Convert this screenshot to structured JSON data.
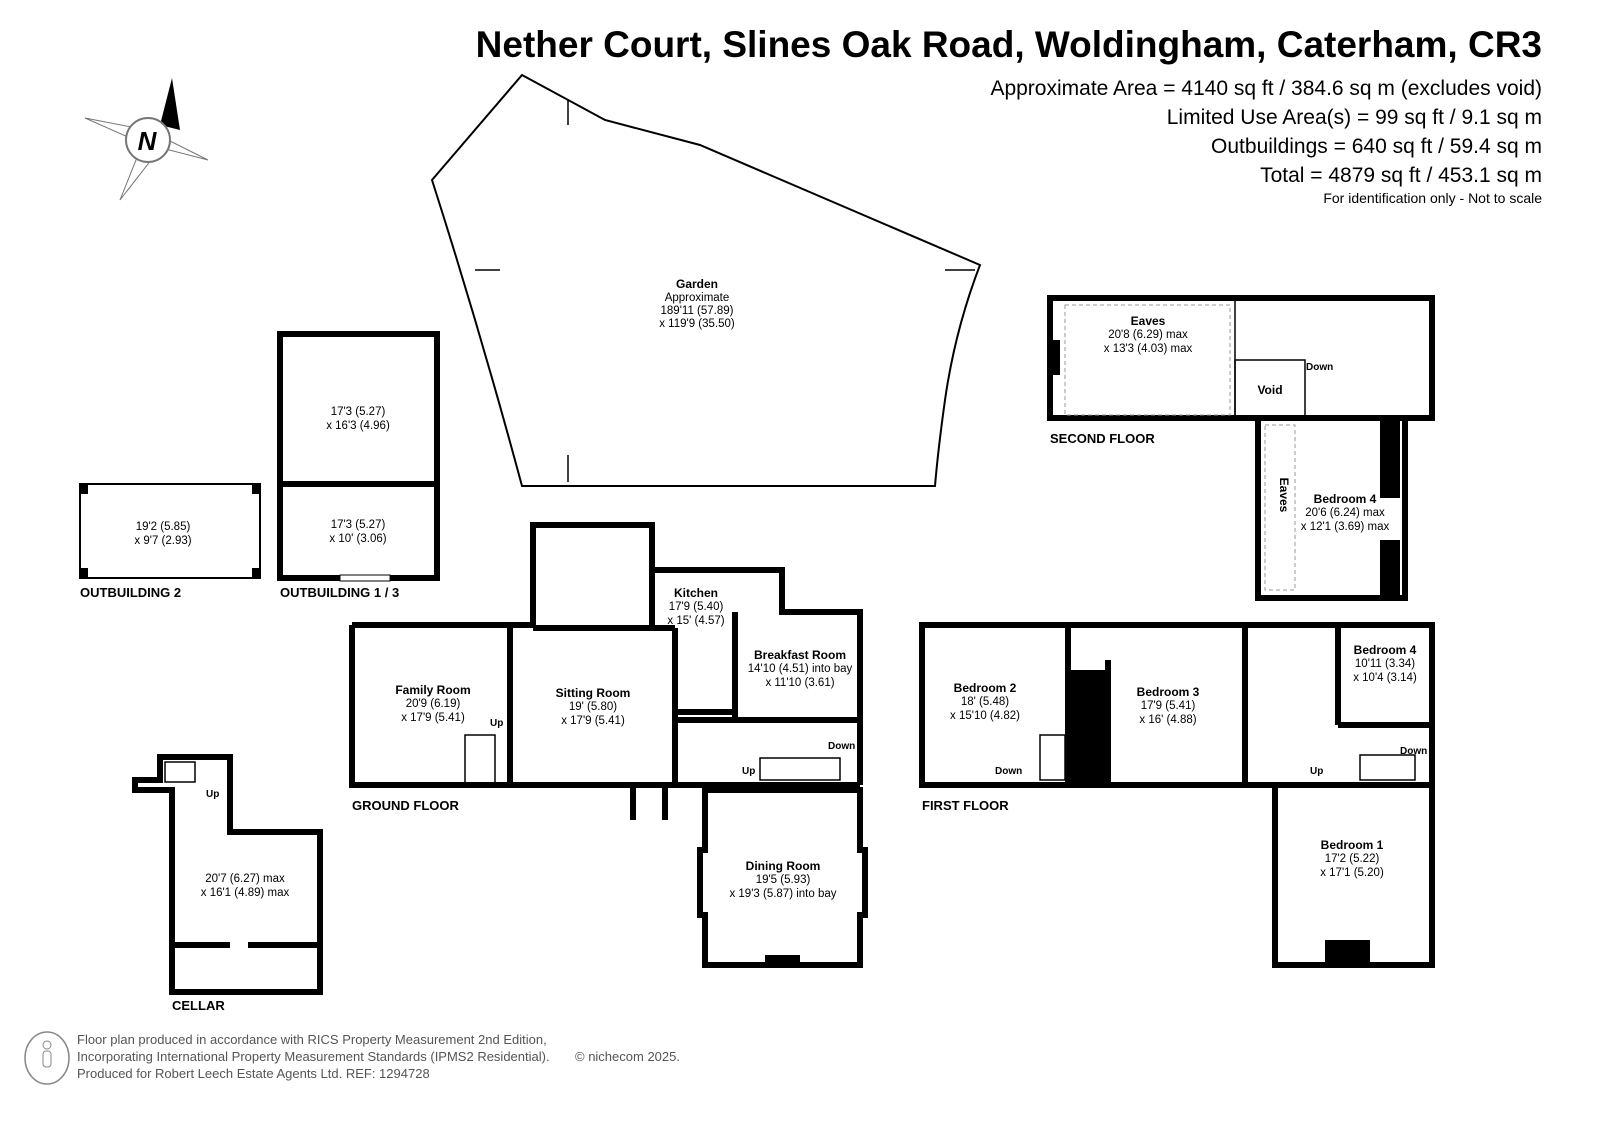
{
  "header": {
    "title": "Nether Court, Slines Oak Road, Woldingham, Caterham, CR3",
    "areas": [
      "Approximate Area = 4140 sq ft / 384.6 sq m (excludes void)",
      "Limited Use Area(s) = 99 sq ft / 9.1 sq m",
      "Outbuildings = 640 sq ft / 59.4 sq m",
      "Total = 4879 sq ft / 453.1 sq m"
    ],
    "note": "For identification only - Not to scale"
  },
  "compass": {
    "label": "N"
  },
  "garden": {
    "name": "Garden",
    "sub": "Approximate",
    "dim1": "189'11 (57.89)",
    "dim2": "x 119'9 (35.50)"
  },
  "outbuildings": {
    "ob13_label": "OUTBUILDING 1 / 3",
    "ob1": {
      "dim1": "17'3 (5.27)",
      "dim2": "x 16'3 (4.96)"
    },
    "ob3": {
      "dim1": "17'3 (5.27)",
      "dim2": "x 10' (3.06)"
    },
    "ob2_label": "OUTBUILDING 2",
    "ob2": {
      "dim1": "19'2 (5.85)",
      "dim2": "x 9'7 (2.93)"
    }
  },
  "ground_floor": {
    "label": "GROUND FLOOR",
    "rooms": [
      {
        "name": "Family Room",
        "dim1": "20'9 (6.19)",
        "dim2": "x 17'9 (5.41)"
      },
      {
        "name": "Sitting Room",
        "dim1": "19' (5.80)",
        "dim2": "x 17'9 (5.41)"
      },
      {
        "name": "Kitchen",
        "dim1": "17'9 (5.40)",
        "dim2": "x 15' (4.57)"
      },
      {
        "name": "Breakfast Room",
        "dim1": "14'10 (4.51) into bay",
        "dim2": "x 11'10 (3.61)"
      },
      {
        "name": "Dining Room",
        "dim1": "19'5 (5.93)",
        "dim2": "x 19'3 (5.87) into bay"
      }
    ],
    "stairs": [
      "Up",
      "Up",
      "Down"
    ]
  },
  "cellar": {
    "label": "CELLAR",
    "dim1": "20'7 (6.27) max",
    "dim2": "x 16'1 (4.89) max",
    "stairs": "Up"
  },
  "second_floor": {
    "label": "SECOND FLOOR",
    "eaves": {
      "name": "Eaves",
      "dim1": "20'8 (6.29) max",
      "dim2": "x 13'3 (4.03) max"
    },
    "void": "Void",
    "eaves2": "Eaves",
    "bedroom4": {
      "name": "Bedroom 4",
      "dim1": "20'6 (6.24) max",
      "dim2": "x 12'1 (3.69) max"
    },
    "stairs": "Down"
  },
  "first_floor": {
    "label": "FIRST FLOOR",
    "rooms": [
      {
        "name": "Bedroom 2",
        "dim1": "18' (5.48)",
        "dim2": "x 15'10 (4.82)"
      },
      {
        "name": "Bedroom 3",
        "dim1": "17'9 (5.41)",
        "dim2": "x 16' (4.88)"
      },
      {
        "name": "Bedroom 4",
        "dim1": "10'11 (3.34)",
        "dim2": "x 10'4 (3.14)"
      },
      {
        "name": "Bedroom 1",
        "dim1": "17'2 (5.22)",
        "dim2": "x 17'1 (5.20)"
      }
    ],
    "stairs": [
      "Down",
      "Up",
      "Down"
    ]
  },
  "footer": {
    "line1": "Floor plan produced in accordance with RICS Property Measurement 2nd Edition,",
    "line2": "Incorporating International Property Measurement Standards (IPMS2 Residential).",
    "copyright": "© nichecom 2025.",
    "line3": "Produced for Robert Leech Estate Agents Ltd.   REF:  1294728"
  }
}
